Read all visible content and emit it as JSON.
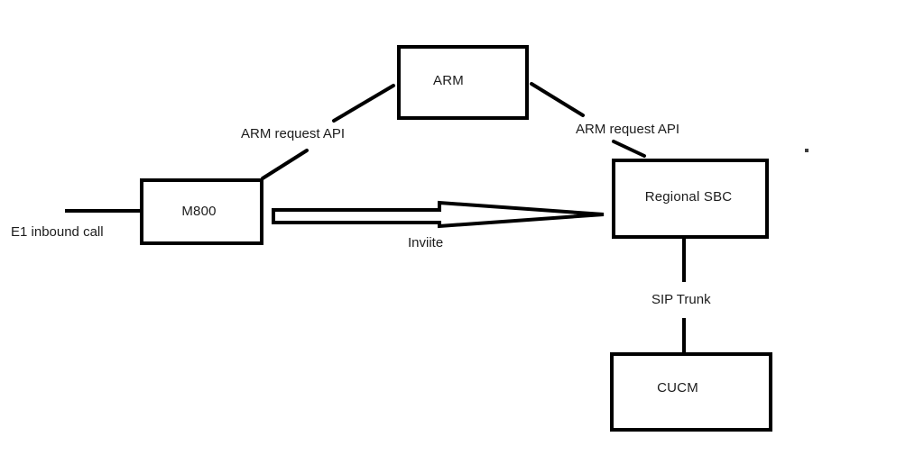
{
  "diagram": {
    "title": "Call flow diagram: E1 inbound call through M800 and Regional SBC to CUCM with ARM request API",
    "colors": {
      "background": "#ffffff",
      "line": "#000000",
      "text": "#1c1c1c",
      "node_fill": "#ffffff",
      "node_border": "#000000"
    },
    "nodes": [
      {
        "id": "arm",
        "label": "ARM"
      },
      {
        "id": "m800",
        "label": "M800"
      },
      {
        "id": "regional-sbc",
        "label": "Regional SBC"
      },
      {
        "id": "cucm",
        "label": "CUCM"
      }
    ],
    "labels": {
      "e1_inbound": "E1 inbound call",
      "arm_request_left": "ARM request API",
      "arm_request_right": "ARM request API",
      "invite": "Inviite",
      "sip_trunk": "SIP Trunk"
    },
    "edges": [
      {
        "from": "external",
        "to": "m800",
        "label": "E1 inbound call",
        "type": "line"
      },
      {
        "from": "m800",
        "to": "arm",
        "label": "ARM request API",
        "type": "line"
      },
      {
        "from": "arm",
        "to": "regional-sbc",
        "label": "ARM request API",
        "type": "line"
      },
      {
        "from": "m800",
        "to": "regional-sbc",
        "label": "Inviite",
        "type": "block-arrow"
      },
      {
        "from": "regional-sbc",
        "to": "cucm",
        "label": "SIP Trunk",
        "type": "line"
      }
    ]
  }
}
